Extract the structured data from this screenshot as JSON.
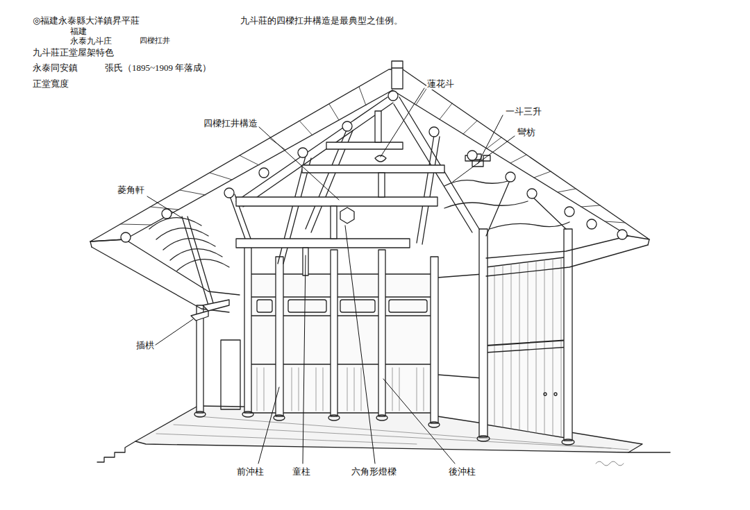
{
  "diagram": {
    "labels": [
      "◎福建永泰縣大洋鎮昇平莊",
      "福建",
      "永泰九斗庄",
      "四樑扛井",
      "九斗莊正堂屋架特色",
      "永泰同安鎮",
      "張氏（1895~1909 年落成）",
      "正堂寬度",
      "九斗莊的四樑扛井構造是最典型之佳例。",
      "蓮花斗",
      "一斗三升",
      "彎枋",
      "四樑扛井構造",
      "菱角軒",
      "插栱",
      "前沖柱",
      "童柱",
      "六角形燈樑",
      "後沖柱"
    ]
  }
}
